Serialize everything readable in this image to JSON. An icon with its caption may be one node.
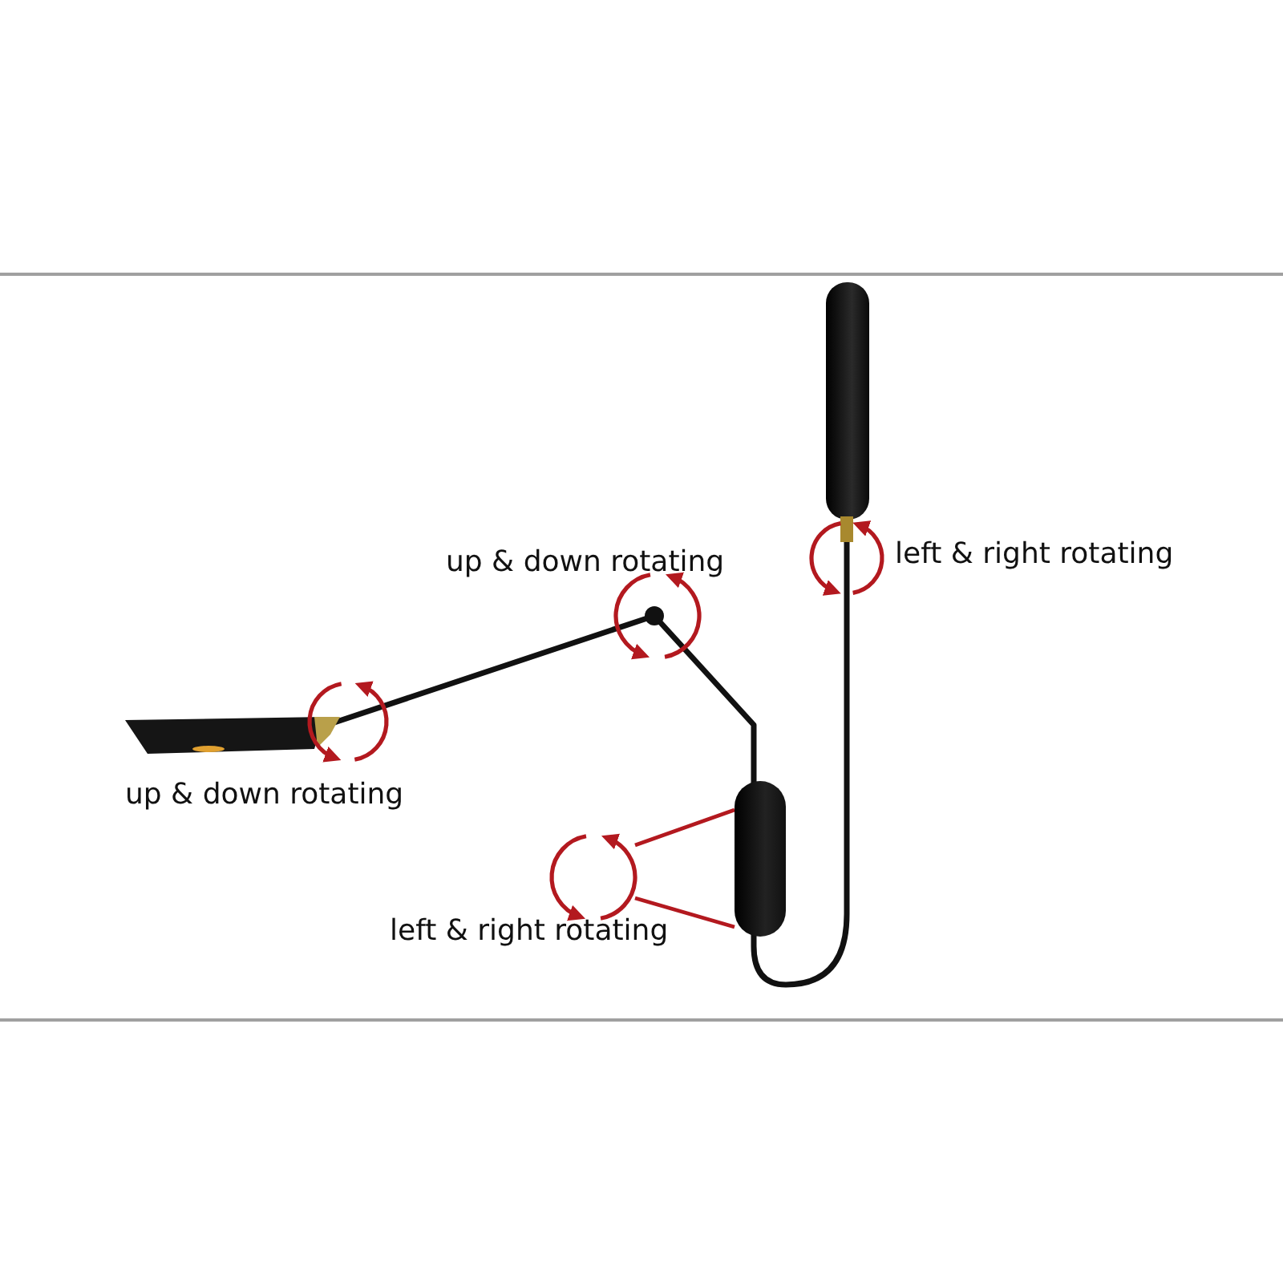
{
  "diagram": {
    "nodes": [
      {
        "text": [],
        "shape": "circle"
      },
      {
        "text": [],
        "shape": "picture"
      }
    ],
    "edges": [
      {
        "from": 0,
        "to": 1,
        "arrow": "none"
      },
      {
        "from": 0,
        "to": 1,
        "arrow": "none"
      }
    ],
    "labels": [
      "left & right rotating",
      "up & down rotating",
      "up & down rotating",
      "left & right rotating"
    ]
  }
}
